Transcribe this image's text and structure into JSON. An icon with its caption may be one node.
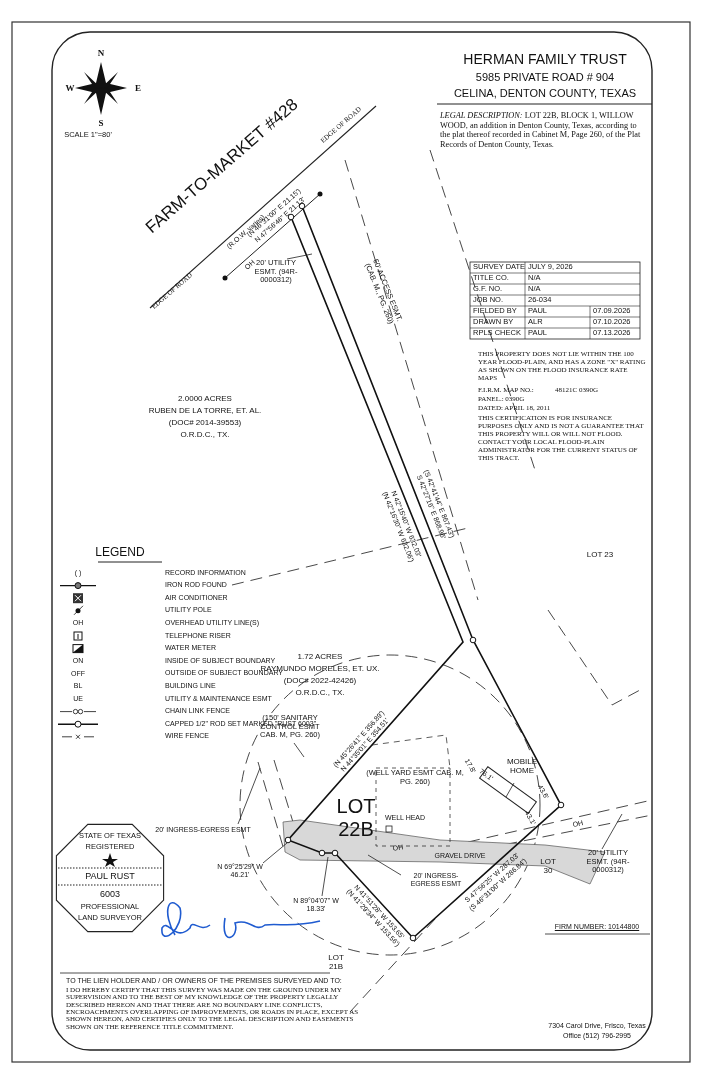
{
  "diagram": {
    "title": "HERMAN FAMILY TRUST",
    "nodes": [
      {
        "text": [
          "20' UTILITY ESMT. (94R-0000312)"
        ]
      },
      {
        "text": [
          "(150' SANITARY CONTROL ESMT CAB. M, PG. 260)"
        ]
      },
      {
        "text": [
          "20' INGRESS-EGRESS ESMT"
        ]
      },
      {
        "text": [
          "MOBILE HOME"
        ]
      },
      {
        "text": [
          "N 69°25'29\" W 46.21'"
        ]
      },
      {
        "text": [
          "N 89°04'07\" W 18.33'"
        ]
      },
      {
        "text": [
          "20' INGRESS-EGRESS ESMT"
        ]
      },
      {
        "text": [
          "20' UTILITY ESMT. (94R-0000312)"
        ]
      },
      {
        "text": [],
        "shape": "box"
      }
    ],
    "edges": [
      {
        "from": 0,
        "to": null,
        "arrow": "none"
      },
      {
        "from": 1,
        "to": null,
        "arrow": "none"
      },
      {
        "from": 2,
        "to": null,
        "arrow": "none"
      },
      {
        "from": 3,
        "to": 8,
        "arrow": "none"
      },
      {
        "from": 4,
        "to": null,
        "arrow": "none"
      },
      {
        "from": 5,
        "to": null,
        "arrow": "none"
      },
      {
        "from": 6,
        "to": null,
        "arrow": "none"
      },
      {
        "from": 7,
        "to": null,
        "arrow": "none"
      }
    ],
    "labels": [
      "N",
      "W",
      "E",
      "S",
      "SCALE   1\"=80'",
      "5985 PRIVATE ROAD # 904",
      "CELINA, DENTON COUNTY, TEXAS",
      "*LEGAL DESCRIPTION:*  LOT 22B, BLOCK 1, WILLOW WOOD, an addition in Denton County, Texas, according to the plat thereof recorded in Cabinet M, Page 260, of the Plat Records of Denton County, Texas.",
      "FARM-TO-MARKET #428",
      "EDGE OF ROAD",
      "(R.O.W. varies)",
      "(N 46°31'00\" E 21.15')",
      "N 47°56'46\" E 21.13'",
      "EDGE OF ROAD",
      "OH",
      "SURVEY DATE",
      "JULY 9, 2026",
      "TITLE CO.",
      "N/A",
      "G.F. NO.",
      "N/A",
      "JOB NO.",
      "26-034",
      "FIELDED BY",
      "PAUL",
      "07.09.2026",
      "DRAWN BY",
      "ALR",
      "07.10.2026",
      "RPLS CHECK",
      "PAUL",
      "07.13.2026",
      "60' ACCESS ESMT. (CAB. M., PG. 260)",
      "THIS PROPERTY DOES NOT LIE WITHIN THE 100 YEAR FLOOD-PLAIN, AND HAS A ZONE \"X\" RATING AS SHOWN ON THE FLOOD INSURANCE RATE MAPS",
      "F.I.R.M. MAP NO.:",
      "48121C 0390G",
      "PANEL.: 0390G",
      "DATED: APRIL 18, 2011",
      "THIS CERTIFICATION IS FOR INSURANCE PURPOSES ONLY AND IS NOT A GUARANTEE THAT THIS PROPERTY WILL OR WILL NOT FLOOD.  CONTACT YOUR LOCAL FLOOD-PLAIN ADMINISTRATOR FOR THE CURRENT STATUS OF THIS TRACT.",
      "2.0000 ACRES",
      "RUBEN DE LA TORRE, ET. AL.",
      "(DOC# 2014-39553)",
      "O.R.D.C., TX.",
      "(N 42°16'30\" W 632.06')",
      "N 42°15'40\" W 632.03'",
      "(S 42°41'44\" E 867.43')",
      "S 42°27'16\" E 868.96'",
      "LOT 23",
      "LEGEND",
      "( )",
      "OH",
      "ON",
      "OFF",
      "BL",
      "UE",
      "1.72 ACRES",
      "RAYMUNDO MORELES, ET. UX.",
      "(DOC# 2022-42426)",
      "O.R.D.C., TX.",
      "(N 45°26'41\" E 356.89')",
      "N 44°35'01\" E 354.51'",
      "(WELL YARD ESMT CAB. M, PG. 260)",
      "LOT 22B",
      "WELL HEAD",
      "17.8'",
      "76.1'",
      "43.6'",
      "43.1'",
      "OH",
      "OH",
      "GRAVEL DRIVE",
      "LOT 30",
      "N 41°51'28\" W 153.65'",
      "(N 41°29'34\" W 153.56')",
      "S 47°56'25\" W 287.03'",
      "(S 46°31'00\" W 286.84')",
      "LOT 21B",
      "STATE OF TEXAS",
      "REGISTERED",
      "PAUL  RUST",
      "6003",
      "PROFESSIONAL",
      "LAND SURVEYOR",
      "TO THE LIEN HOLDER AND / OR OWNERS OF THE PREMISES SURVEYED AND TO:",
      "I DO HEREBY CERTIFY THAT THIS SURVEY WAS MADE ON THE GROUND UNDER MY SUPERVISION AND TO THE BEST OF MY KNOWLEDGE OF THE PROPERTY LEGALLY DESCRIBED HEREON AND THAT THERE ARE NO BOUNDARY LINE CONFLICTS, ENCROACHMENTS OVERLAPPING OF IMPROVEMENTS, OR ROADS IN PLACE, EXCEPT AS SHOWN HEREON, AND CERTIFIES ONLY TO THE LEGAL DESCRIPTION AND EASEMENTS SHOWN ON THE REFERENCE TITLE COMMITMENT.",
      "FIRM NUMBER: 10144800",
      "7304 Carol Drive, Frisco, Texas",
      "Office (512) 796-2995"
    ],
    "legend": [
      {
        "text": "RECORD INFORMATION"
      },
      {
        "text": "IRON ROD FOUND"
      },
      {
        "text": "AIR CONDITIONER"
      },
      {
        "text": "UTILITY POLE"
      },
      {
        "text": "OVERHEAD UTILITY LINE(S)"
      },
      {
        "text": "TELEPHONE RISER"
      },
      {
        "text": "WATER METER"
      },
      {
        "text": "INSIDE OF SUBJECT BOUNDARY"
      },
      {
        "text": "OUTSIDE OF SUBJECT BOUNDARY"
      },
      {
        "text": "BUILDING LINE"
      },
      {
        "text": "UTILITY & MAINTENANCE ESMT"
      },
      {
        "text": "CHAIN LINK FENCE"
      },
      {
        "text": "CAPPED 1/2\" ROD SET MARKED \"RUST 6003\""
      },
      {
        "text": "WIRE FENCE"
      }
    ]
  }
}
